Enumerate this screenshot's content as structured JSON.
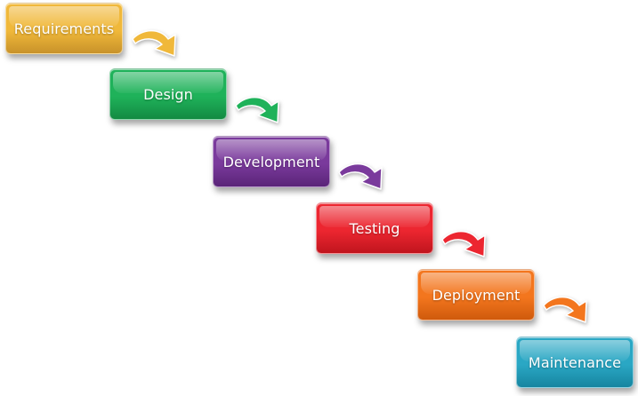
{
  "steps": [
    {
      "label": "Requirements",
      "color": "#f0b83a",
      "dark": "#c8922a"
    },
    {
      "label": "Design",
      "color": "#1fb25a",
      "dark": "#138a42"
    },
    {
      "label": "Development",
      "color": "#7a3a9c",
      "dark": "#5a2478"
    },
    {
      "label": "Testing",
      "color": "#ec2630",
      "dark": "#c0151e"
    },
    {
      "label": "Deployment",
      "color": "#f3761e",
      "dark": "#cf5a0c"
    },
    {
      "label": "Maintenance",
      "color": "#2aa7c4",
      "dark": "#1685a0"
    }
  ],
  "arrows": [
    {
      "color": "#f0b83a",
      "icon": "curved-arrow-icon"
    },
    {
      "color": "#1fb25a",
      "icon": "curved-arrow-icon"
    },
    {
      "color": "#7a3a9c",
      "icon": "curved-arrow-icon"
    },
    {
      "color": "#ec2630",
      "icon": "curved-arrow-icon"
    },
    {
      "color": "#f3761e",
      "icon": "curved-arrow-icon"
    }
  ]
}
